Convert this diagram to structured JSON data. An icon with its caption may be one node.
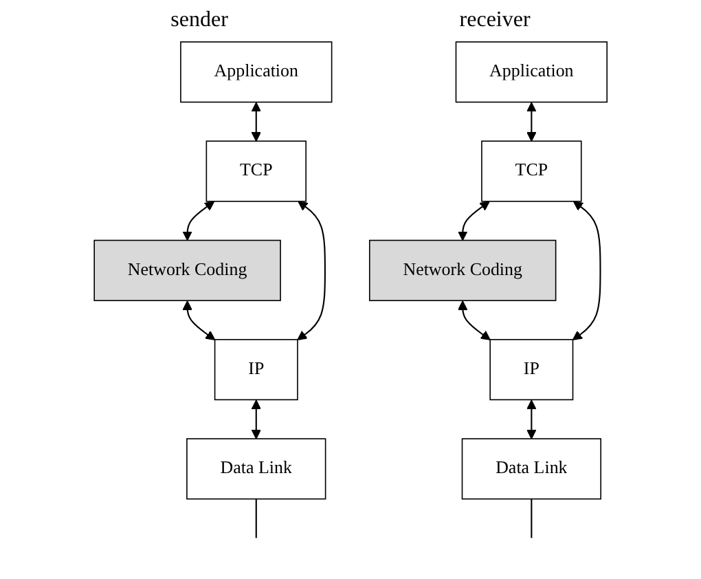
{
  "diagram": {
    "nodes": [
      {
        "text": [
          "Application"
        ]
      },
      {
        "text": [
          "TCP"
        ]
      },
      {
        "text": [
          "Network Coding"
        ]
      },
      {
        "text": [
          "IP"
        ]
      },
      {
        "text": [
          "Data Link"
        ]
      },
      {
        "text": [
          "Application"
        ]
      },
      {
        "text": [
          "TCP"
        ]
      },
      {
        "text": [
          "Network Coding"
        ]
      },
      {
        "text": [
          "IP"
        ]
      },
      {
        "text": [
          "Data Link"
        ]
      }
    ],
    "edges": [
      {
        "from": 0,
        "to": 1,
        "arrow": "both"
      },
      {
        "from": 1,
        "to": 2,
        "arrow": "both"
      },
      {
        "from": 2,
        "to": 3,
        "arrow": "both"
      },
      {
        "from": 1,
        "to": 3,
        "arrow": "both"
      },
      {
        "from": 3,
        "to": 4,
        "arrow": "both"
      },
      {
        "from": 4,
        "to": null,
        "arrow": "none"
      },
      {
        "from": 5,
        "to": 6,
        "arrow": "both"
      },
      {
        "from": 6,
        "to": 7,
        "arrow": "both"
      },
      {
        "from": 7,
        "to": 8,
        "arrow": "both"
      },
      {
        "from": 6,
        "to": 8,
        "arrow": "both"
      },
      {
        "from": 8,
        "to": 9,
        "arrow": "both"
      },
      {
        "from": 9,
        "to": null,
        "arrow": "none"
      }
    ],
    "labels": [
      "sender",
      "receiver"
    ]
  }
}
